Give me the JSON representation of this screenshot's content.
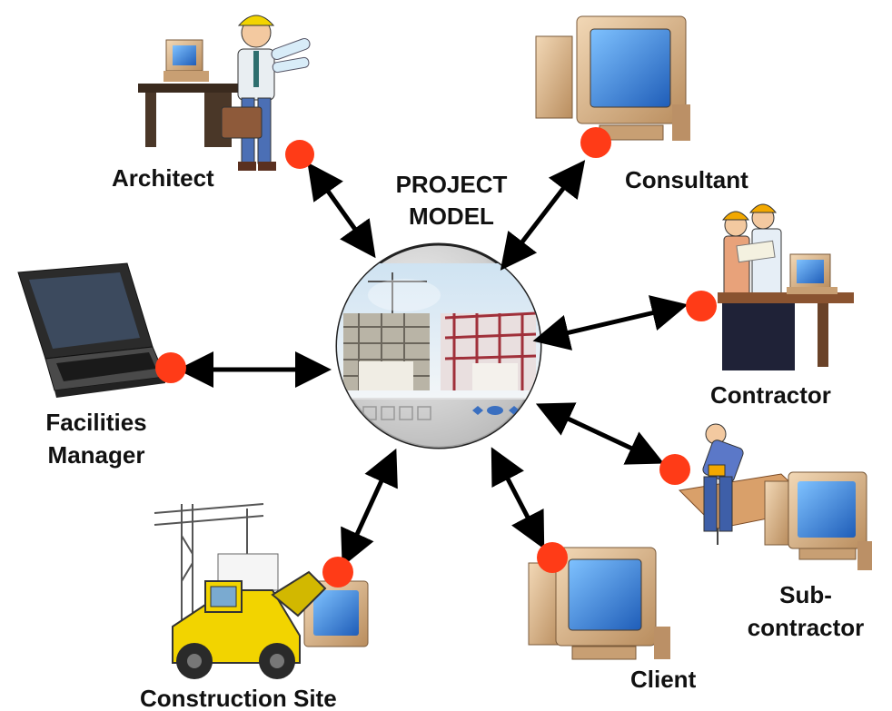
{
  "center": {
    "line1": "PROJECT",
    "line2": "MODEL"
  },
  "nodes": {
    "architect": {
      "label": "Architect"
    },
    "consultant": {
      "label": "Consultant"
    },
    "contractor": {
      "label": "Contractor"
    },
    "facilities": {
      "line1": "Facilities",
      "line2": "Manager"
    },
    "subcontractor": {
      "line1": "Sub-",
      "line2": "contractor"
    },
    "site": {
      "label": "Construction Site"
    },
    "client": {
      "label": "Client"
    }
  },
  "colors": {
    "dot": "#ff3b17",
    "arrow": "#000000",
    "monitor_body": "#d9b48a",
    "screen": "#2f7fd8",
    "vehicle": "#f2d400"
  },
  "icons": [
    "architect-figure-icon",
    "computer-icon",
    "workers-desk-icon",
    "laptop-icon",
    "carpenter-icon",
    "crane-loader-icon",
    "globe-building-icon"
  ]
}
